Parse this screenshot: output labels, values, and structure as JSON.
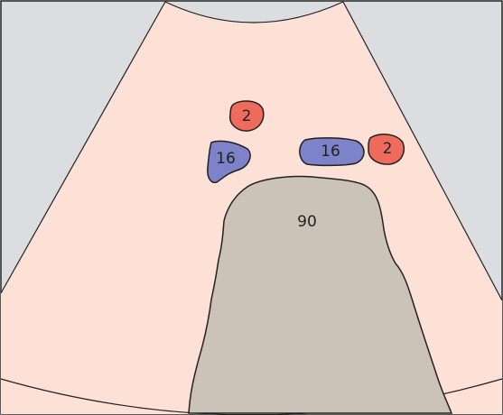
{
  "colors": {
    "background": "#dcdde0",
    "sector_fill": "#fde0d6",
    "outline": "#222222",
    "red_region": "#ef6b5c",
    "blue_region": "#7e82c8",
    "gray_region": "#cbc3b8"
  },
  "regions": {
    "red_top": {
      "label": "2",
      "color_key": "red_region"
    },
    "blue_left": {
      "label": "16",
      "color_key": "blue_region"
    },
    "blue_right": {
      "label": "16",
      "color_key": "blue_region"
    },
    "red_right": {
      "label": "2",
      "color_key": "red_region"
    },
    "gray_center": {
      "label": "90",
      "color_key": "gray_region"
    }
  }
}
